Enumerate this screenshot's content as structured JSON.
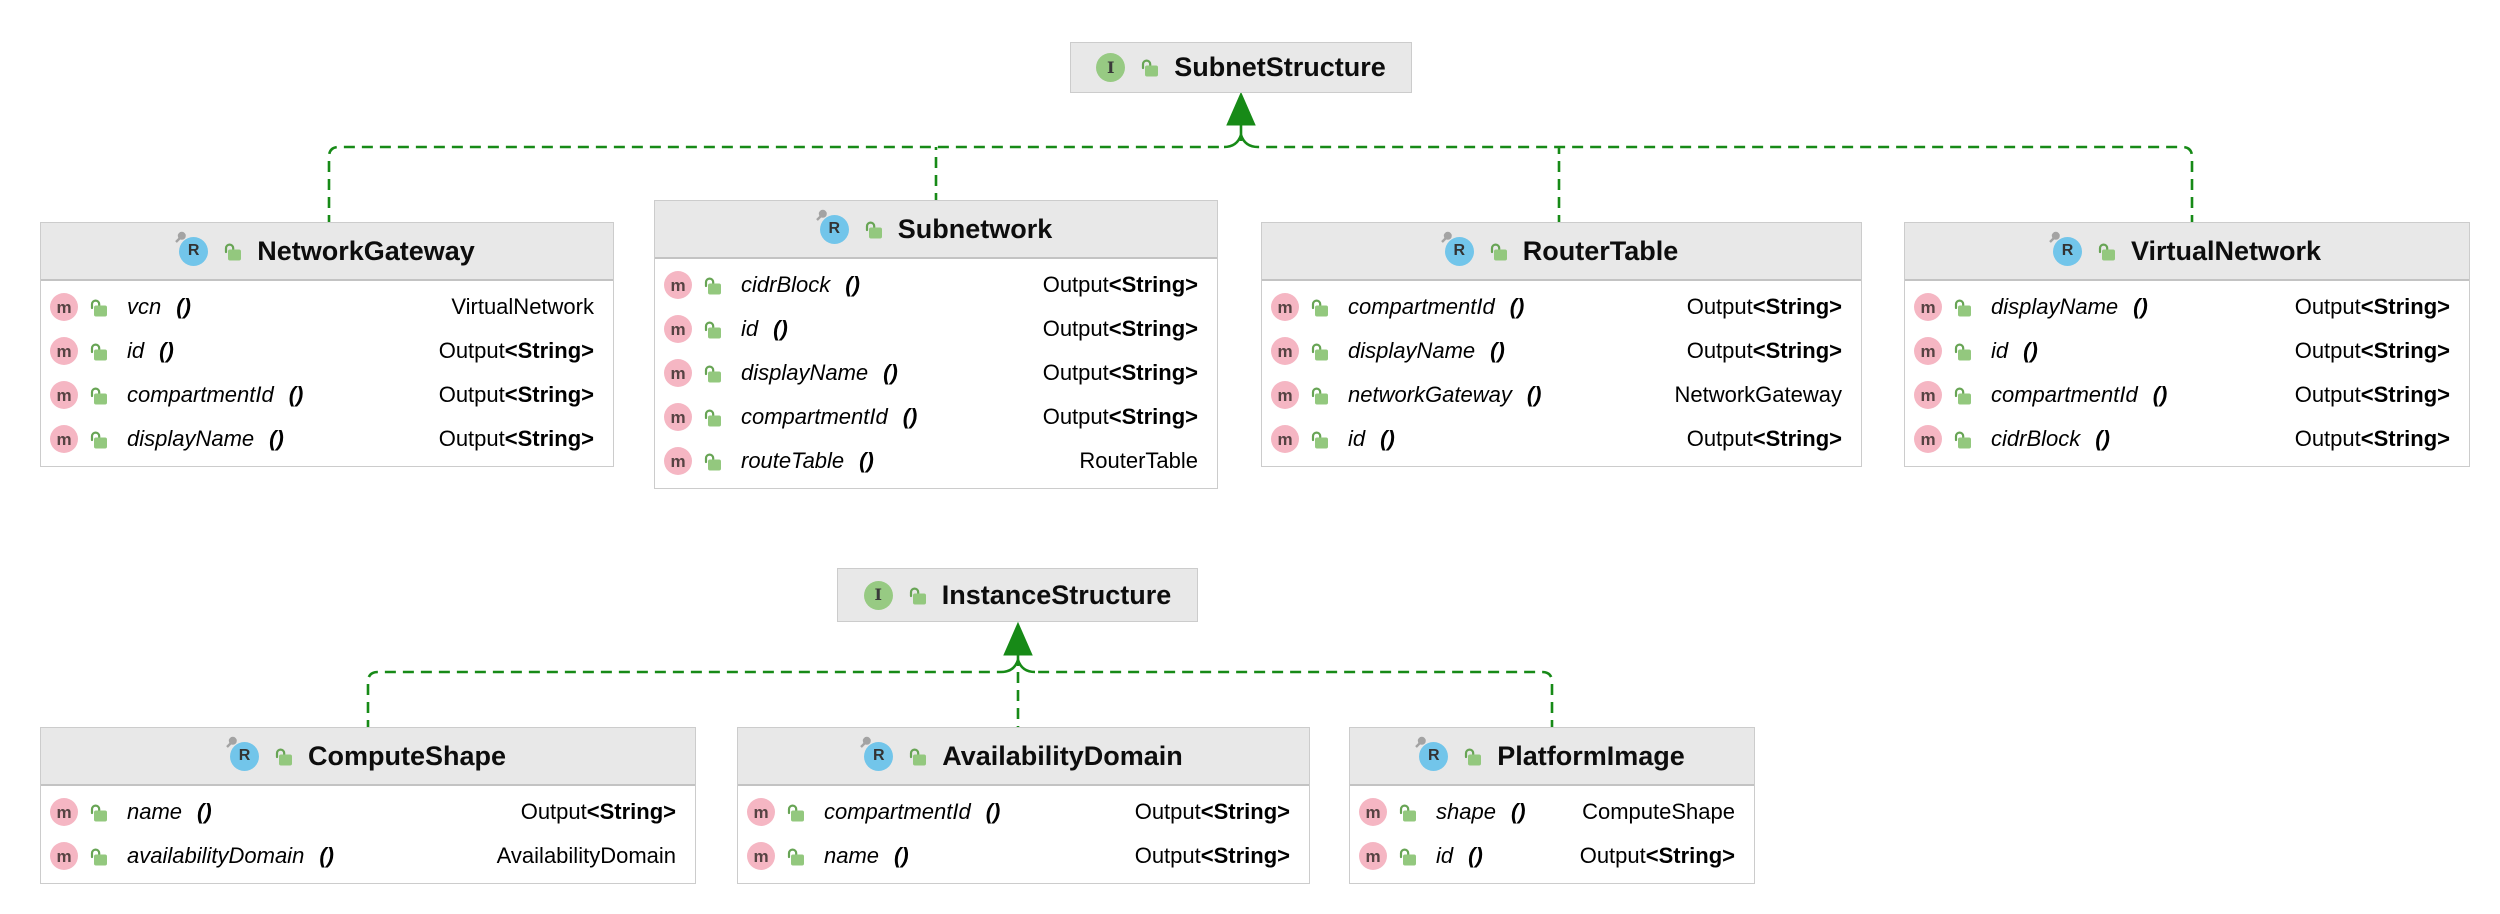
{
  "theme": {
    "green": "#178a17",
    "hdrbg": "#e8e8e8",
    "border": "#cccccc",
    "blue": "#72c5ea",
    "pink": "#f5b6c3",
    "lgreen": "#97ca83",
    "lock": "#93c87e",
    "lockdark": "#67a454",
    "pingray": "#a3a3a3"
  },
  "glyphs": {
    "interface_letter": "I",
    "resource_letter": "R",
    "method_letter": "m"
  },
  "interfaces": [
    {
      "title": "SubnetStructure"
    },
    {
      "title": "InstanceStructure"
    }
  ],
  "classes": [
    {
      "title": "NetworkGateway",
      "members": [
        {
          "name": "vcn",
          "params": "()",
          "type_main": "VirtualNetwork",
          "type_generic": ""
        },
        {
          "name": "id",
          "params": "()",
          "type_main": "Output",
          "type_generic": "<String>"
        },
        {
          "name": "compartmentId",
          "params": "()",
          "type_main": "Output",
          "type_generic": "<String>"
        },
        {
          "name": "displayName",
          "params": "()",
          "type_main": "Output",
          "type_generic": "<String>"
        }
      ]
    },
    {
      "title": "Subnetwork",
      "members": [
        {
          "name": "cidrBlock",
          "params": "()",
          "type_main": "Output",
          "type_generic": "<String>"
        },
        {
          "name": "id",
          "params": "()",
          "type_main": "Output",
          "type_generic": "<String>"
        },
        {
          "name": "displayName",
          "params": "()",
          "type_main": "Output",
          "type_generic": "<String>"
        },
        {
          "name": "compartmentId",
          "params": "()",
          "type_main": "Output",
          "type_generic": "<String>"
        },
        {
          "name": "routeTable",
          "params": "()",
          "type_main": "RouterTable",
          "type_generic": ""
        }
      ]
    },
    {
      "title": "RouterTable",
      "members": [
        {
          "name": "compartmentId",
          "params": "()",
          "type_main": "Output",
          "type_generic": "<String>"
        },
        {
          "name": "displayName",
          "params": "()",
          "type_main": "Output",
          "type_generic": "<String>"
        },
        {
          "name": "networkGateway",
          "params": "()",
          "type_main": "NetworkGateway",
          "type_generic": ""
        },
        {
          "name": "id",
          "params": "()",
          "type_main": "Output",
          "type_generic": "<String>"
        }
      ]
    },
    {
      "title": "VirtualNetwork",
      "members": [
        {
          "name": "displayName",
          "params": "()",
          "type_main": "Output",
          "type_generic": "<String>"
        },
        {
          "name": "id",
          "params": "()",
          "type_main": "Output",
          "type_generic": "<String>"
        },
        {
          "name": "compartmentId",
          "params": "()",
          "type_main": "Output",
          "type_generic": "<String>"
        },
        {
          "name": "cidrBlock",
          "params": "()",
          "type_main": "Output",
          "type_generic": "<String>"
        }
      ]
    },
    {
      "title": "ComputeShape",
      "members": [
        {
          "name": "name",
          "params": "()",
          "type_main": "Output",
          "type_generic": "<String>"
        },
        {
          "name": "availabilityDomain",
          "params": "()",
          "type_main": "AvailabilityDomain",
          "type_generic": ""
        }
      ]
    },
    {
      "title": "AvailabilityDomain",
      "members": [
        {
          "name": "compartmentId",
          "params": "()",
          "type_main": "Output",
          "type_generic": "<String>"
        },
        {
          "name": "name",
          "params": "()",
          "type_main": "Output",
          "type_generic": "<String>"
        }
      ]
    },
    {
      "title": "PlatformImage",
      "members": [
        {
          "name": "shape",
          "params": "()",
          "type_main": "ComputeShape",
          "type_generic": ""
        },
        {
          "name": "id",
          "params": "()",
          "type_main": "Output",
          "type_generic": "<String>"
        }
      ]
    }
  ]
}
